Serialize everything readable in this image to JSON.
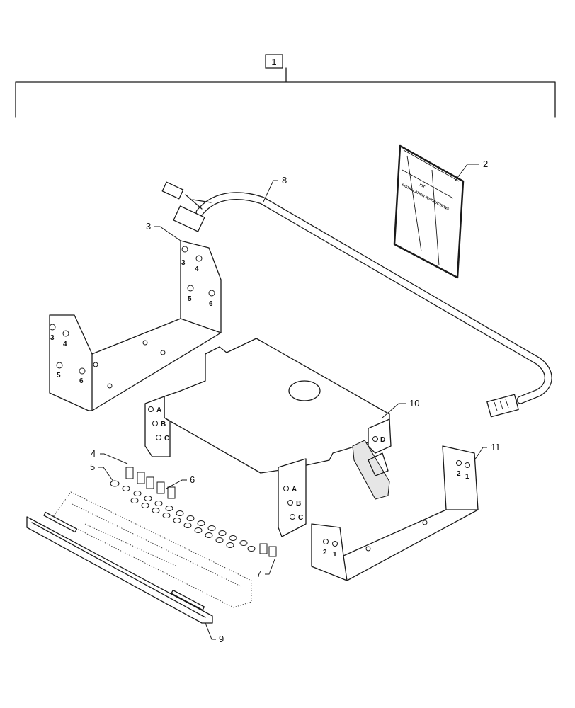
{
  "callouts": {
    "c1": "1",
    "c2": "2",
    "c3": "3",
    "c4": "4",
    "c5": "5",
    "c6": "6",
    "c7": "7",
    "c8": "8",
    "c9": "9",
    "c10": "10",
    "c11": "11"
  },
  "bracket3_holes": [
    "3",
    "4",
    "5",
    "6",
    "3",
    "4",
    "5",
    "6"
  ],
  "plate10_holes": [
    "A",
    "B",
    "C",
    "A",
    "B",
    "C",
    "D"
  ],
  "bracket11_holes": [
    "2",
    "1",
    "2",
    "1"
  ],
  "manual_cover_text": [
    "INSTALLATION INSTRUCTIONS",
    "KIT"
  ]
}
